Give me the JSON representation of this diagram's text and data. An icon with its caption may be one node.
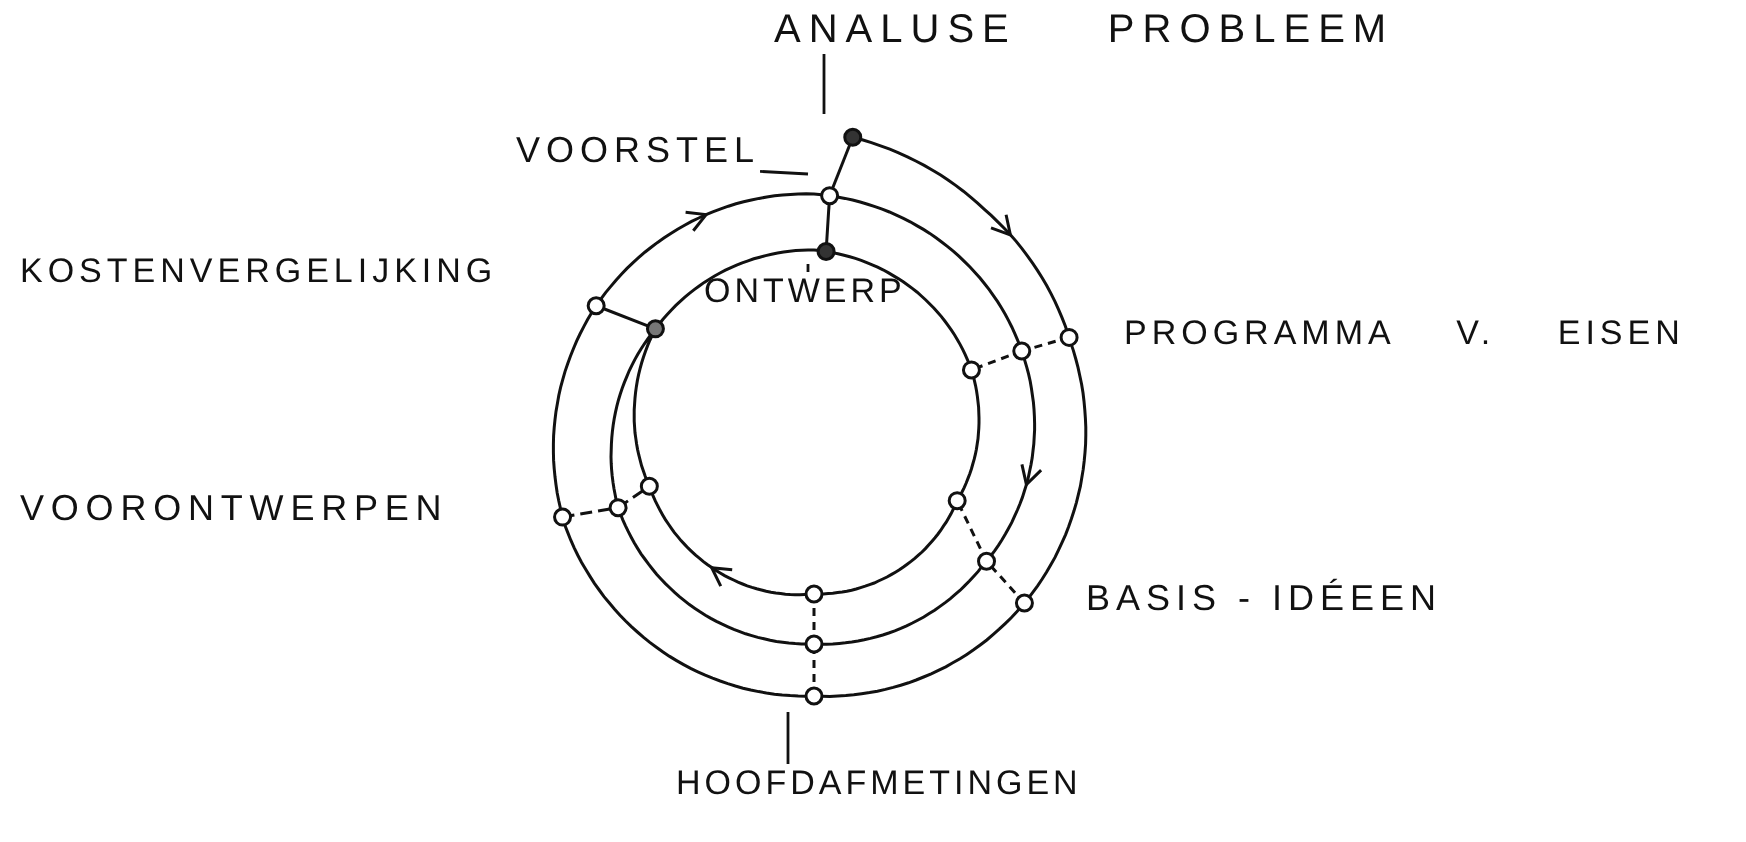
{
  "diagram": {
    "nodes": [
      {
        "text": [
          "ANALUSE PROBLEEM"
        ]
      },
      {
        "text": [
          "VOORSTEL"
        ]
      },
      {
        "text": [
          "ONTWERP"
        ]
      },
      {
        "text": [
          "HOOFDAFMETINGEN"
        ]
      }
    ],
    "edges": [
      {
        "from": 0,
        "to": null,
        "arrow": "none"
      },
      {
        "from": 1,
        "to": null,
        "arrow": "none"
      },
      {
        "from": 2,
        "to": null,
        "arrow": "none"
      },
      {
        "from": 3,
        "to": null,
        "arrow": "none"
      }
    ],
    "labels": [
      "KOSTENVERGELIJKING",
      "PROGRAMMA V. EISEN",
      "VOORONTWERPEN",
      "BASIS - IDÉEEN"
    ]
  }
}
